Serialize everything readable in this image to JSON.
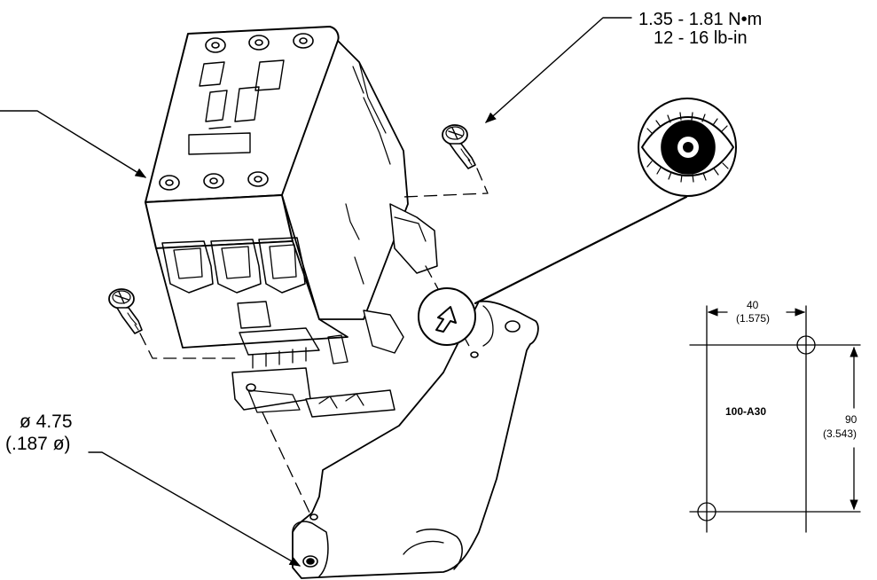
{
  "torque": {
    "metric": "1.35 - 1.81 N•m",
    "imperial": "12 - 16 lb-in"
  },
  "mounting_hole": {
    "metric": "ø 4.75",
    "imperial": "(.187 ø)"
  },
  "footprint": {
    "model": "100-A30",
    "width_mm": "40",
    "width_in": "(1.575)",
    "height_mm": "90",
    "height_in": "(3.543)"
  },
  "icons": [
    "eye-icon",
    "up-arrow-icon",
    "screw-icon",
    "contactor-drawing"
  ]
}
